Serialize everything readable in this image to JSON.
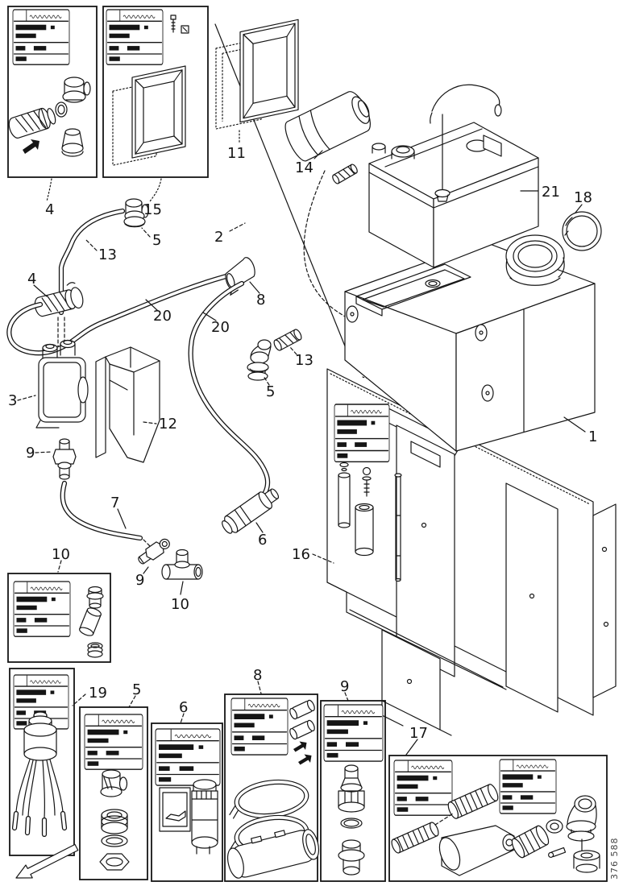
{
  "figure": {
    "type": "exploded-parts-diagram",
    "drawing_number": "376 588"
  },
  "callouts": [
    {
      "label": "4"
    },
    {
      "label": "15"
    },
    {
      "label": "11"
    },
    {
      "label": "14"
    },
    {
      "label": "2"
    },
    {
      "label": "21"
    },
    {
      "label": "18"
    },
    {
      "label": "13"
    },
    {
      "label": "5"
    },
    {
      "label": "4"
    },
    {
      "label": "20"
    },
    {
      "label": "20"
    },
    {
      "label": "8"
    },
    {
      "label": "13"
    },
    {
      "label": "5"
    },
    {
      "label": "3"
    },
    {
      "label": "12"
    },
    {
      "label": "9"
    },
    {
      "label": "7"
    },
    {
      "label": "6"
    },
    {
      "label": "1"
    },
    {
      "label": "16"
    },
    {
      "label": "10"
    },
    {
      "label": "9"
    },
    {
      "label": "10"
    },
    {
      "label": "19"
    },
    {
      "label": "5"
    },
    {
      "label": "6"
    },
    {
      "label": "8"
    },
    {
      "label": "9"
    },
    {
      "label": "17"
    }
  ]
}
